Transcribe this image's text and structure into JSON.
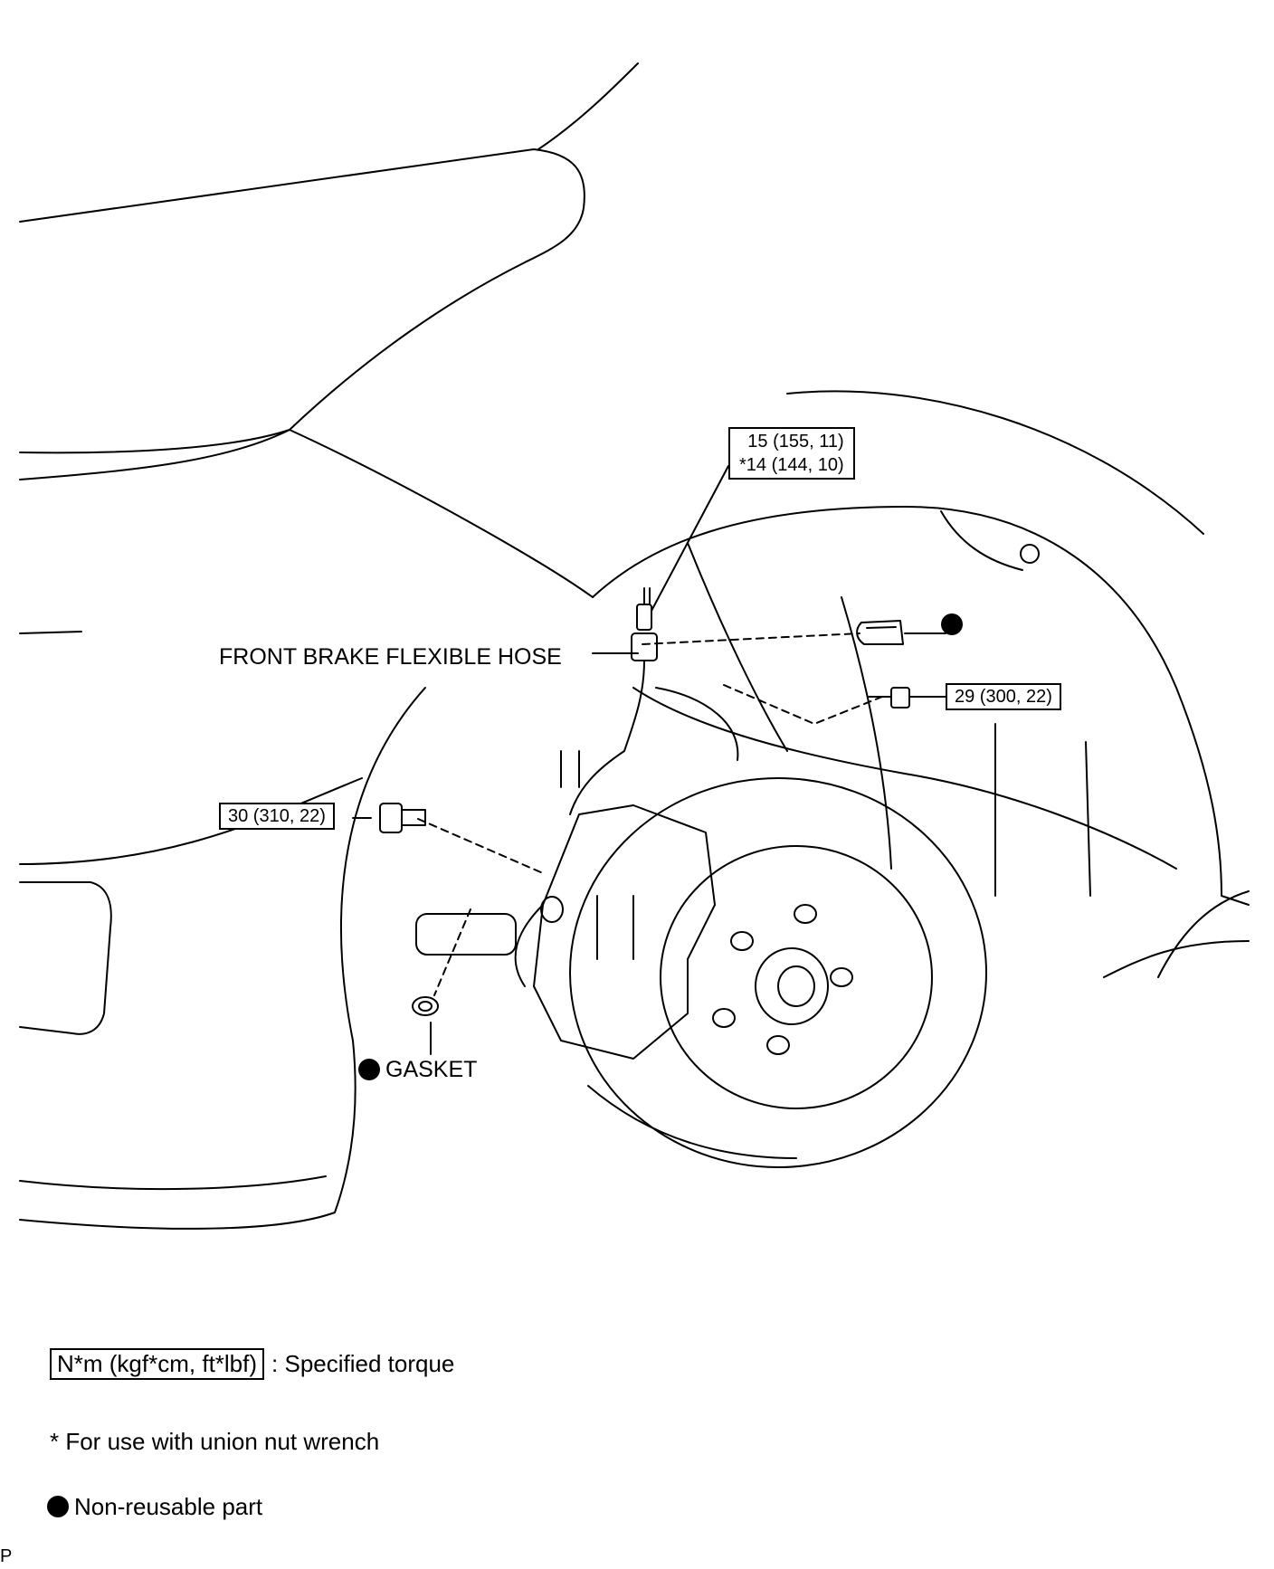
{
  "labels": {
    "hose": "FRONT BRAKE FLEXIBLE HOSE",
    "gasket": "GASKET"
  },
  "torque": {
    "union_nut_line1": "15 (155, 11)",
    "union_nut_line2_mark": "*",
    "union_nut_line2": "14 (144, 10)",
    "hose_bolt": "29 (300, 22)",
    "union_bolt": "30 (310, 22)"
  },
  "legend": {
    "torque_box": "N*m (kgf*cm, ft*lbf)",
    "torque_text": ": Specified torque",
    "union_note": "* For use with union nut wrench",
    "nonreusable": "Non-reusable part"
  },
  "footer": {
    "code": "P"
  },
  "colors": {
    "line": "#000000",
    "background": "#ffffff"
  }
}
